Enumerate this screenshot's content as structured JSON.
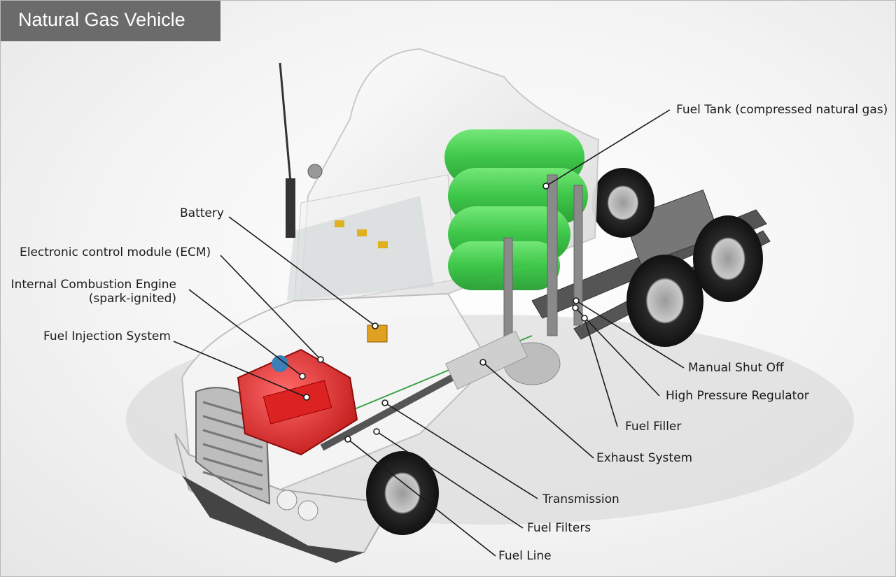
{
  "title": "Natural Gas Vehicle",
  "labels": {
    "fuel_tank": "Fuel Tank (compressed natural gas)",
    "battery": "Battery",
    "ecm": "Electronic control module (ECM)",
    "ice_line1": "Internal Combustion Engine",
    "ice_line2": "(spark-ignited)",
    "fuel_injection": "Fuel Injection System",
    "manual_shut_off": "Manual Shut Off",
    "high_pressure_regulator": "High Pressure Regulator",
    "fuel_filler": "Fuel Filler",
    "exhaust_system": "Exhaust System",
    "transmission": "Transmission",
    "fuel_filters": "Fuel Filters",
    "fuel_line": "Fuel Line"
  },
  "colors": {
    "title_bg": "#6b6b6b",
    "fuel_tank": "#3ccf4a",
    "engine": "#e02a2a",
    "leader_line": "#1a1a1a"
  }
}
